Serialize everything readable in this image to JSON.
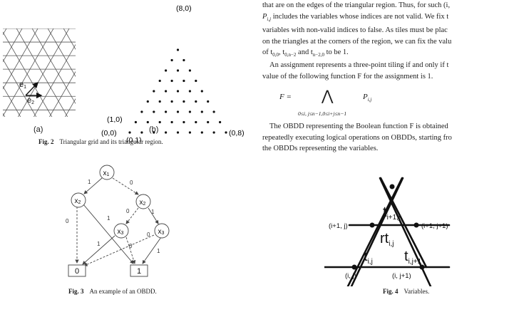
{
  "fig2": {
    "label_a": "(a)",
    "label_b": "(b)",
    "e1": "e",
    "e1_sub": "1",
    "e2": "e",
    "e2_sub": "2",
    "pt_top": "(8,0)",
    "pt_10": "(1,0)",
    "pt_00": "(0,0)",
    "pt_01": "(0,1)",
    "pt_08": "(0,8)",
    "caption_num": "Fig. 2",
    "caption_text": "Triangular grid and its triangular region."
  },
  "fig3": {
    "caption_num": "Fig. 3",
    "caption_text": "An example of an OBDD.",
    "x1": "x",
    "x1_sub": "1",
    "x2": "x",
    "x2_sub": "2",
    "x3": "x",
    "x3_sub": "3",
    "t0": "0",
    "t1": "1",
    "e_1": "1",
    "e_0": "0"
  },
  "fig4": {
    "caption_num": "Fig. 4",
    "caption_text": "Variables.",
    "t_top": "t",
    "t_top_sub": "i+1,j",
    "rt": "rt",
    "rt_sub": "i,j",
    "t_left": "t",
    "t_left_sub": "i,j",
    "t_right": "t",
    "t_right_sub": "i,j+1",
    "lbl_ul": "(i+1, j)",
    "lbl_ur": "(i+1, j+1)",
    "lbl_ll": "(i, j)",
    "lbl_lr": "(i, j+1)"
  },
  "text": {
    "line1": "that are on the edges of the triangular region. Thus, for such (i,",
    "line2": "P",
    "line2_sub": "i,j",
    "line2_rest": " includes the variables whose indices are not valid. We fix t",
    "line3": "variables with non-valid indices to false. As tiles must be plac",
    "line4": "on the triangles at the corners of the region, we can fix the valu",
    "line5a": "of t",
    "line5_s1": "0,0",
    "line5b": ", t",
    "line5_s2": "0,n−2",
    "line5c": " and t",
    "line5_s3": "n−2,0",
    "line5d": " to be 1.",
    "para2_l1": "An assignment represents a three-point tiling if and only if t",
    "para2_l2": "value of the following function F for the assignment is 1.",
    "formula_F": "F =",
    "formula_op": "⋀",
    "formula_P": "P",
    "formula_P_sub": "i,j",
    "formula_range": "0≤i, j≤n−1,0≤i+j≤n−1",
    "para3_l1": "The OBDD representing the Boolean function F is obtained",
    "para3_l2": "repeatedly executing logical operations on OBDDs, starting fro",
    "para3_l3": "the OBDDs representing the variables."
  }
}
